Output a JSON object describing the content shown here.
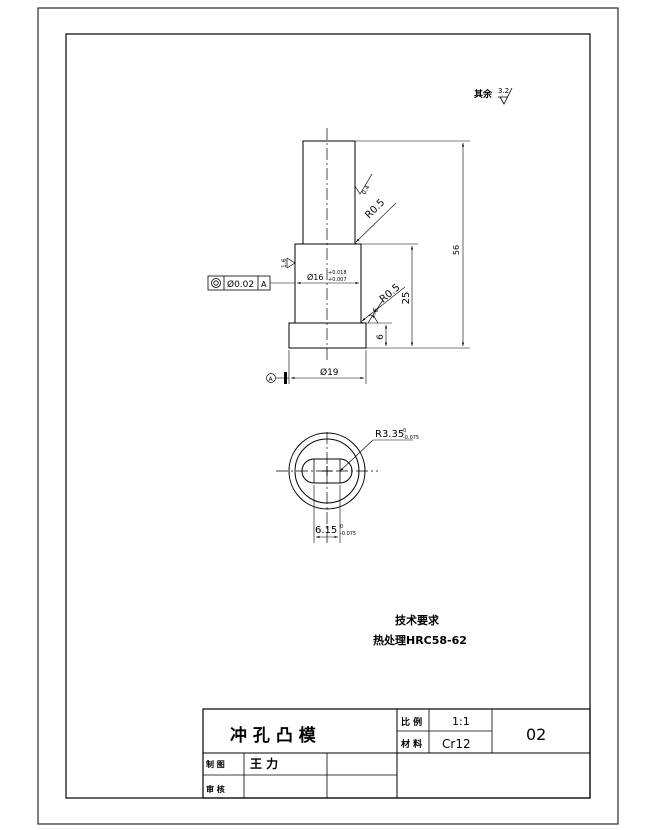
{
  "surface_note": {
    "label": "其余",
    "value": "3.2"
  },
  "front_view": {
    "roughness_tip": "0.4",
    "roughness_side": "1.6",
    "roughness_shoulder": "1.6",
    "radius_top": "R0.5",
    "radius_bottom": "R0.5",
    "dim_overall_height": "56",
    "dim_body_height": "25",
    "dim_head_height": "6",
    "dim_body_dia": "Ø16",
    "dim_body_dia_upper": "+0.018",
    "dim_body_dia_lower": "+0.007",
    "dim_head_dia": "Ø19",
    "datum_label": "A",
    "tolerance_frame": {
      "tolerance": "Ø0.02",
      "datum": "A"
    }
  },
  "top_view": {
    "radius": "R3.35",
    "radius_upper": "0",
    "radius_lower": "-0.075",
    "width": "6.15",
    "width_upper": "0",
    "width_lower": "-0.075"
  },
  "tech_requirements": {
    "title": "技术要求",
    "line1": "热处理HRC58-62"
  },
  "title_block": {
    "part_name": "冲 孔 凸 模",
    "scale_label": "比 例",
    "scale_value": "1:1",
    "material_label": "材 料",
    "material_value": "Cr12",
    "drawing_number": "02",
    "drawn_label": "制 图",
    "drawn_by": "王 力",
    "checked_label": "审 核"
  }
}
